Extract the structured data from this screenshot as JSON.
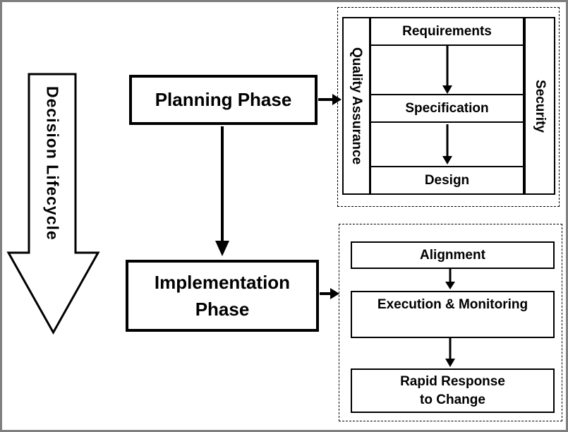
{
  "lifecycle": {
    "label": "Decision Lifecycle"
  },
  "planning": {
    "label": "Planning Phase"
  },
  "implementation": {
    "lines": [
      "Implementation",
      "Phase"
    ]
  },
  "planning_panel": {
    "left_rail": "Quality Assurance",
    "right_rail": "Security",
    "steps": [
      "Requirements",
      "Specification",
      "Design"
    ]
  },
  "implementation_panel": {
    "steps": [
      "Alignment",
      "Execution & Monitoring",
      {
        "lines": [
          "Rapid Response",
          "to Change"
        ]
      }
    ]
  },
  "colors": {
    "ink": "#000000",
    "background": "#ffffff",
    "frame": "#7f7f7f"
  }
}
